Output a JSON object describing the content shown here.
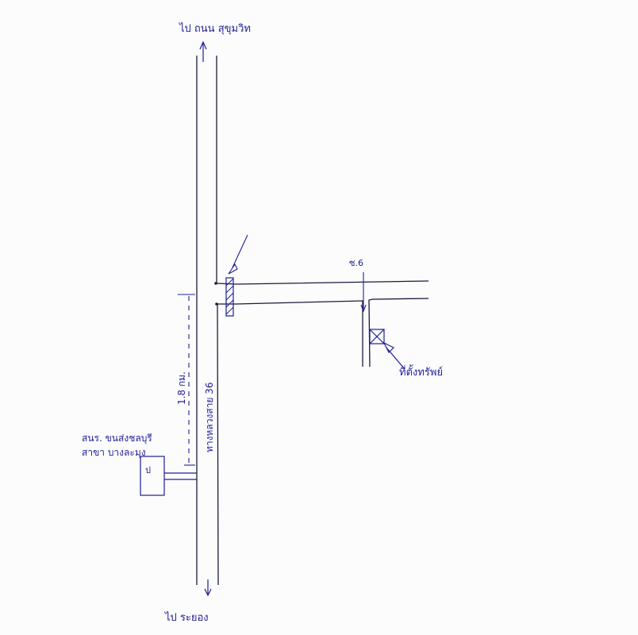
{
  "colors": {
    "ink": "#1e1e9a",
    "road": "#1b1b3a",
    "paper": "#fcfcfc"
  },
  "labels": {
    "to_sukhumvit": "ไป ถนน สุขุมวิท",
    "to_rayong": "ไป ระยอง",
    "highway": "ทางหลวงสาย 36",
    "distance": "1.8 กม.",
    "office_line1": "สนร. ขนส่งชลบุรี",
    "office_line2": "สาขา บางละมุง",
    "office_marker": "ป",
    "soi": "ซ.6",
    "location": "ที่ตั้งทรัพย์"
  }
}
